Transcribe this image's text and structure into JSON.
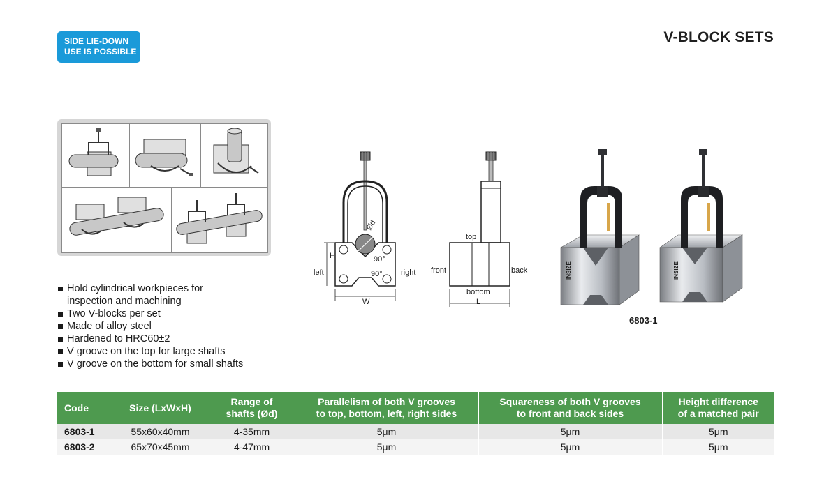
{
  "badge": {
    "line1": "SIDE LIE-DOWN",
    "line2": "USE IS POSSIBLE"
  },
  "title": "V-BLOCK SETS",
  "features": [
    "Hold cylindrical workpieces for",
    "inspection and machining",
    "Two V-blocks per set",
    "Made of alloy steel",
    "Hardened to HRC60±2",
    "V groove on the top for large shafts",
    "V groove on the bottom for small shafts"
  ],
  "front_drawing": {
    "diameter": "Ød",
    "angle_top": "90°",
    "angle_bottom": "90°",
    "height": "H",
    "left": "left",
    "right": "right",
    "width": "W"
  },
  "side_drawing": {
    "top": "top",
    "front": "front",
    "back": "back",
    "bottom": "bottom",
    "length": "L"
  },
  "photo": {
    "caption": "6803-1",
    "brand": "INSIZE"
  },
  "table": {
    "headers": [
      [
        "Code"
      ],
      [
        "Size (LxWxH)"
      ],
      [
        "Range of",
        "shafts (Ød)"
      ],
      [
        "Parallelism of both V grooves",
        "to top, bottom, left, right sides"
      ],
      [
        "Squareness of both V grooves",
        "to front and back sides"
      ],
      [
        "Height difference",
        "of a matched pair"
      ]
    ],
    "rows": [
      [
        "6803-1",
        "55x60x40mm",
        "4-35mm",
        "5μm",
        "5μm",
        "5μm"
      ],
      [
        "6803-2",
        "65x70x45mm",
        "4-47mm",
        "5μm",
        "5μm",
        "5μm"
      ]
    ]
  }
}
